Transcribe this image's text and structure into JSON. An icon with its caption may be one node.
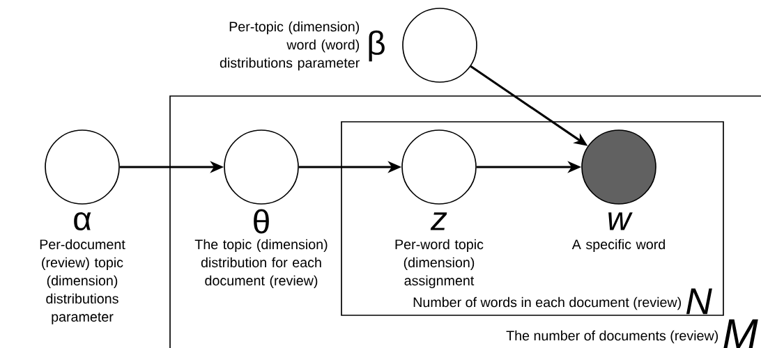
{
  "diagram": {
    "nodes": [
      {
        "text": [
          "Per-topic (dimension) word (word) distributions parameter",
          "β"
        ]
      },
      {
        "text": [
          "α",
          "Per-document (review) topic (dimension) distributions parameter"
        ]
      },
      {
        "text": [
          "The number of documents (review)",
          "M"
        ]
      },
      {
        "text": [
          "θ",
          "The topic (dimension) distribution for each document (review)"
        ],
        "in": 2
      },
      {
        "text": [
          "Number of words in each document (review)",
          "N"
        ],
        "in": 2
      },
      {
        "text": [
          "z",
          "Per-word topic (dimension) assignment"
        ],
        "in": 4
      },
      {
        "text": [
          "w",
          "A specific word"
        ],
        "in": 4
      }
    ],
    "edges": [
      {
        "from": 1,
        "to": 3,
        "arrow": "to"
      },
      {
        "from": 3,
        "to": 5,
        "arrow": "to"
      },
      {
        "from": 5,
        "to": 6,
        "arrow": "to"
      },
      {
        "from": 0,
        "to": 6,
        "arrow": "to"
      }
    ]
  }
}
